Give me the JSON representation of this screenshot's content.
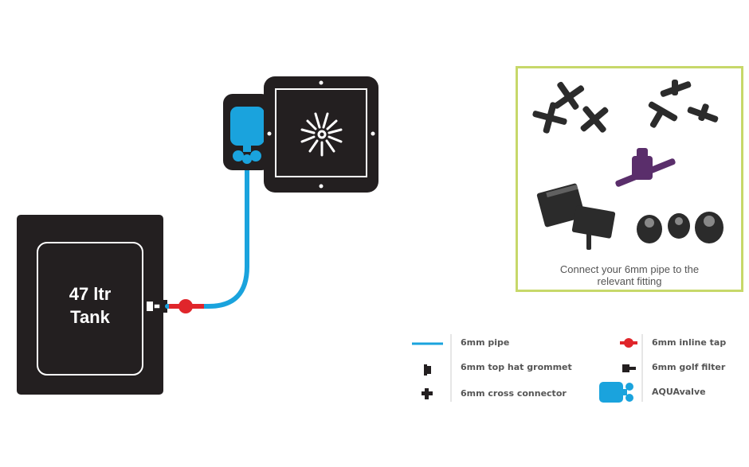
{
  "tank": {
    "label_line1": "47 ltr",
    "label_line2": "Tank"
  },
  "fittings": {
    "caption_line1": "Connect your 6mm pipe to the",
    "caption_line2": "relevant fitting"
  },
  "legend": {
    "pipe": "6mm pipe",
    "grommet": "6mm top hat grommet",
    "cross": "6mm cross connector",
    "tap": "6mm inline tap",
    "filter": "6mm golf filter",
    "aquavalve": "AQUAvalve"
  },
  "colors": {
    "pipe_blue": "#1aa3dd",
    "tap_red": "#e0262b",
    "tank_black": "#231f20",
    "box_green": "#c7d86a"
  },
  "icons": [
    "pipe-line-icon",
    "top-hat-grommet-icon",
    "cross-connector-icon",
    "inline-tap-icon",
    "golf-filter-icon",
    "aquavalve-icon"
  ]
}
